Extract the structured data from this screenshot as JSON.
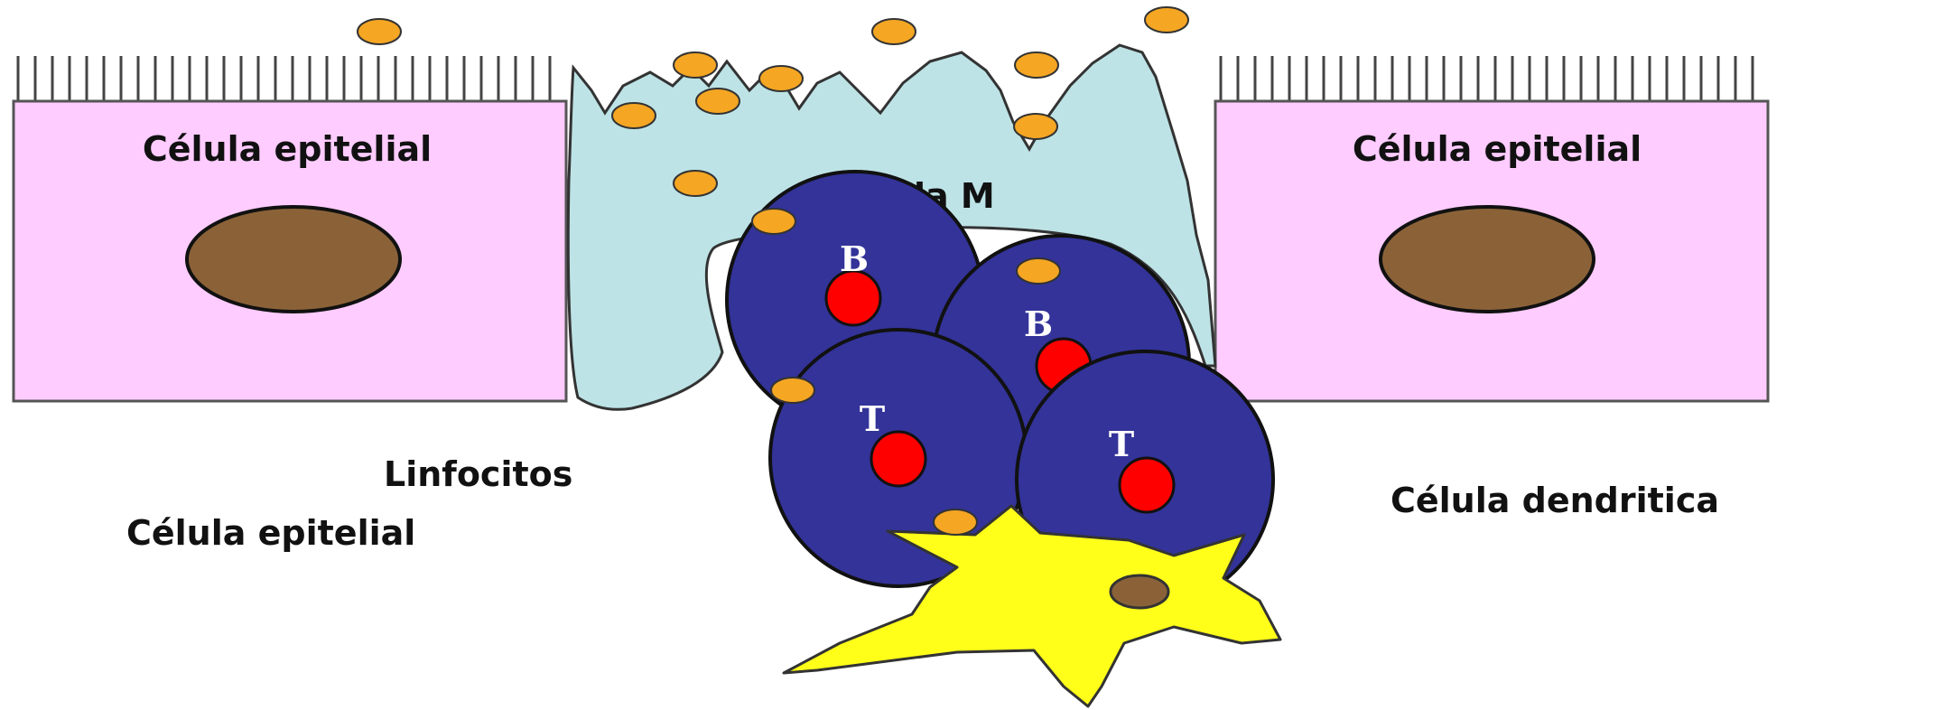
{
  "labels": {
    "epithelial_left": "Célula epitelial",
    "epithelial_right": "Célula epitelial",
    "m_cell": "Célula M",
    "lymphocytes": "Linfocitos",
    "epithelial_bottom": "Célula epitelial",
    "dendritic": "Célula dendritica"
  },
  "lymphocytes": [
    {
      "type": "B"
    },
    {
      "type": "B"
    },
    {
      "type": "T"
    },
    {
      "type": "T"
    }
  ],
  "colors": {
    "epithelial": "#ffccff",
    "nucleus": "#8b6238",
    "m_cell": "#bde3e6",
    "lymphocyte": "#333399",
    "lymphocyte_nucleus": "#ff0000",
    "dendritic": "#ffff1a",
    "antigen": "#f5a623",
    "outline": "#111111"
  }
}
